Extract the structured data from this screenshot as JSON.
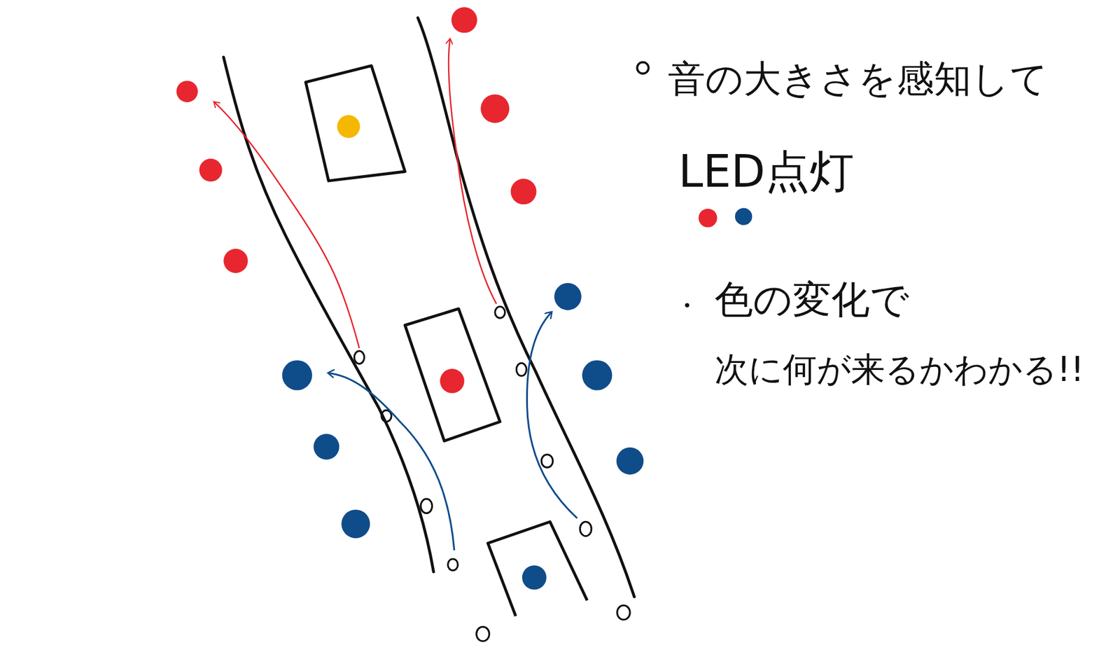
{
  "diagram": {
    "labels": [
      "音の大きさを感知して",
      "LED点灯",
      "色の変化で",
      "次に何が来るかわかる!!"
    ]
  }
}
